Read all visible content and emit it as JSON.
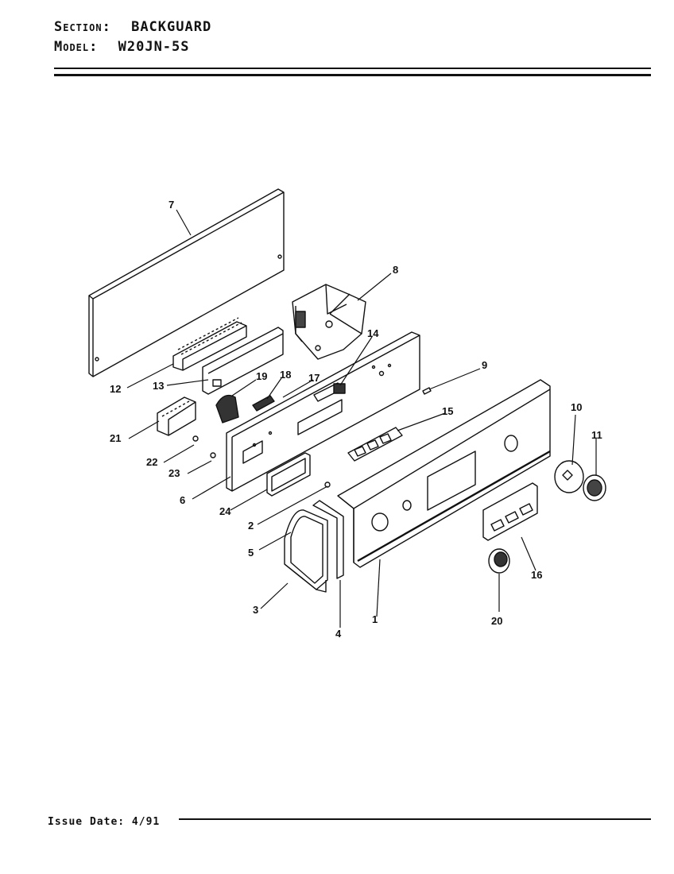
{
  "header": {
    "section_label": "Section:",
    "section_value": "BACKGUARD",
    "model_label": "Model:",
    "model_value": "W20JN-5S"
  },
  "footer": {
    "issue_label": "Issue Date:",
    "issue_value": "4/91"
  },
  "callouts": [
    "7",
    "8",
    "14",
    "9",
    "12",
    "13",
    "19",
    "18",
    "17",
    "15",
    "10",
    "11",
    "21",
    "22",
    "23",
    "6",
    "24",
    "2",
    "5",
    "3",
    "4",
    "1",
    "16",
    "20"
  ]
}
